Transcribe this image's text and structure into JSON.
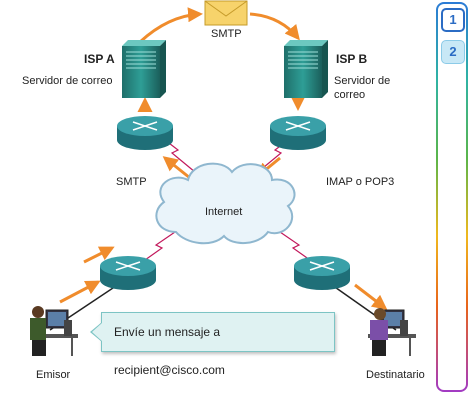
{
  "labels": {
    "smtp_top": "SMTP",
    "isp_a": "ISP A",
    "isp_a_server": "Servidor de correo",
    "isp_b": "ISP B",
    "isp_b_server_line1": "Servidor de",
    "isp_b_server_line2": "correo",
    "smtp_left": "SMTP",
    "imap_pop3": "IMAP o POP3",
    "internet": "Internet",
    "sender": "Emisor",
    "recipient": "Destinatario"
  },
  "message": {
    "text": "Envíe un mensaje a recipient@cisco.com"
  },
  "steps": [
    {
      "label": "1"
    },
    {
      "label": "2"
    }
  ],
  "colors": {
    "arrow": "#f08c2c",
    "router_top": "#3aa0a8",
    "router_side": "#1f6f78",
    "server": "#2e9e96",
    "cloud_fill": "#eaf4fa",
    "cloud_stroke": "#8fb7cf",
    "wan_link": "#c2185b",
    "envelope": "#f7d36b"
  }
}
